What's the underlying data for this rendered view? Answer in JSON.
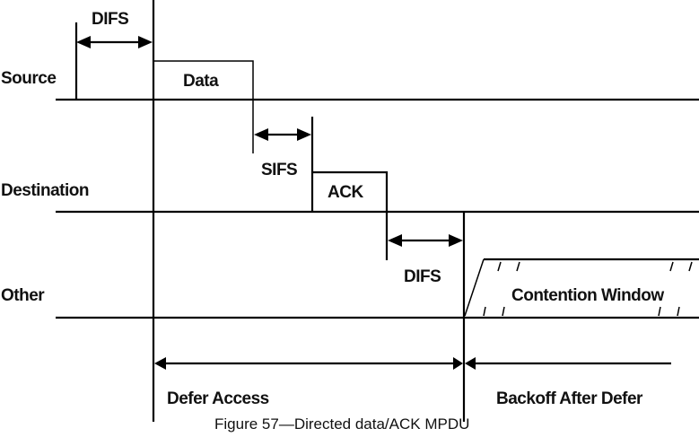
{
  "diagram": {
    "rows": {
      "source": "Source",
      "destination": "Destination",
      "other": "Other"
    },
    "frames": {
      "data": "Data",
      "ack": "ACK",
      "contention_window": "Contention Window"
    },
    "intervals": {
      "difs_top": "DIFS",
      "sifs": "SIFS",
      "difs_other": "DIFS"
    },
    "periods": {
      "defer_access": "Defer Access",
      "backoff_after_defer": "Backoff After Defer"
    },
    "caption": "Figure 57—Directed data/ACK MPDU"
  }
}
